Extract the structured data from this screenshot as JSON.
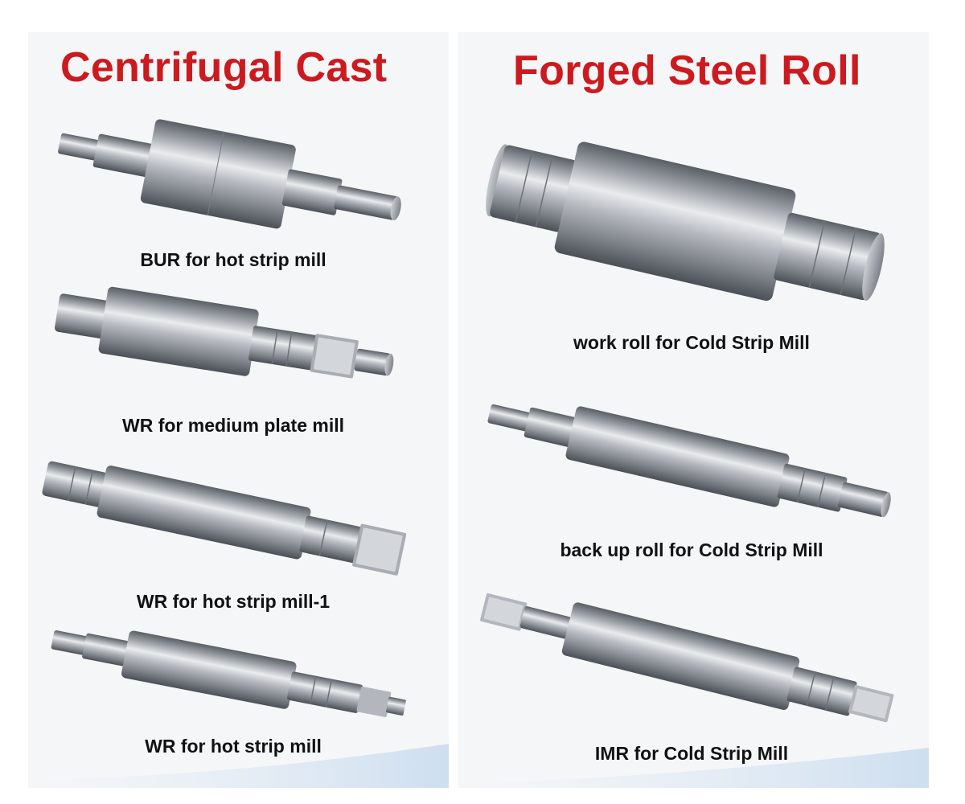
{
  "left_column": {
    "heading": "Centrifugal Cast",
    "items": [
      {
        "caption": "BUR for hot strip mill",
        "image": "backup-roll-image"
      },
      {
        "caption": "WR for medium plate mill",
        "image": "work-roll-image"
      },
      {
        "caption": "WR for hot strip mill-1",
        "image": "work-roll-image"
      },
      {
        "caption": "WR for hot strip mill",
        "image": "work-roll-image"
      }
    ]
  },
  "right_column": {
    "heading": "Forged Steel Roll",
    "items": [
      {
        "caption": "work roll for Cold Strip Mill",
        "image": "work-roll-image"
      },
      {
        "caption": "back up roll for Cold Strip Mill",
        "image": "backup-roll-image"
      },
      {
        "caption": "IMR for Cold Strip Mill",
        "image": "intermediate-roll-image"
      }
    ]
  },
  "colors": {
    "heading": "#cc1a1f",
    "caption": "#111111",
    "panel_background": "#f5f6f8",
    "steel_light": "#e9ebee",
    "steel_mid": "#9a9ea5",
    "steel_dark": "#4b4f56"
  }
}
